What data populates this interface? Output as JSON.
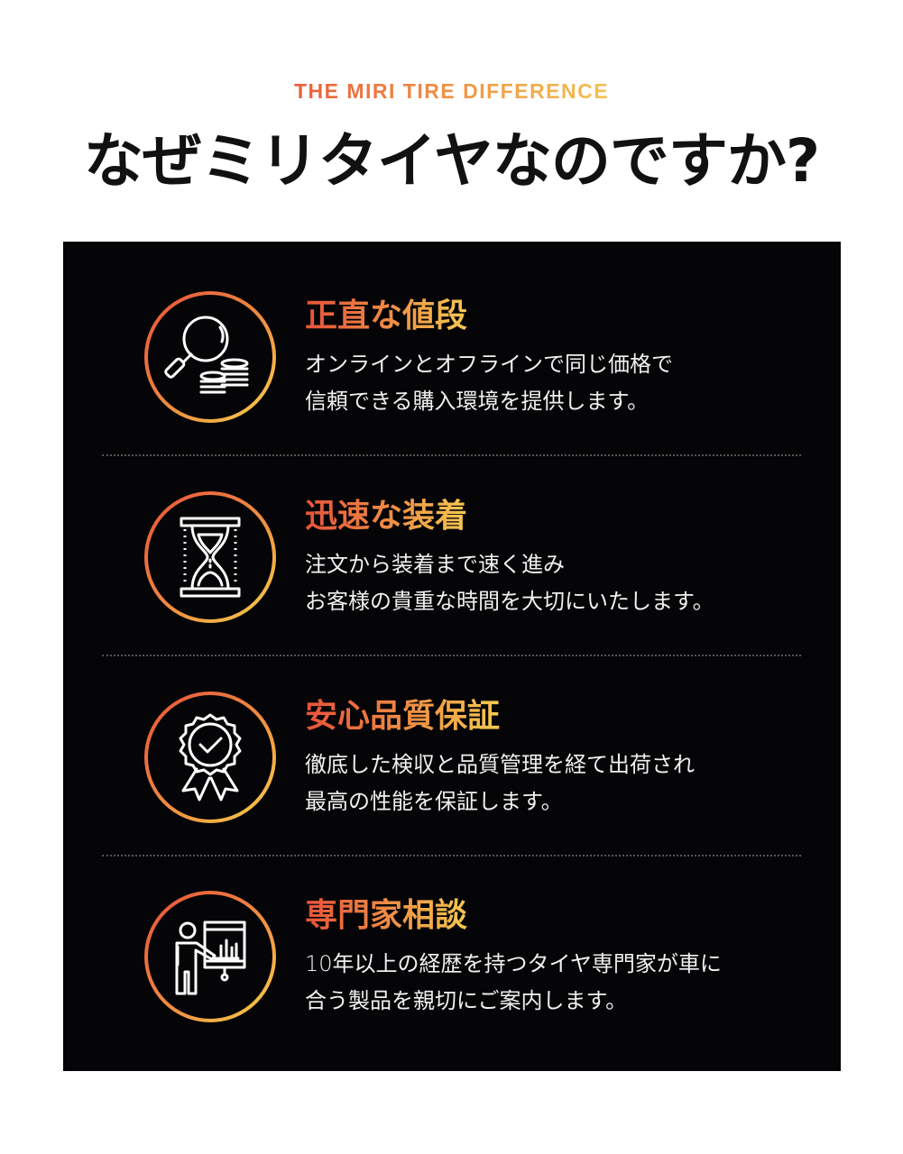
{
  "header": {
    "eyebrow": "THE MIRI TIRE DIFFERENCE",
    "title": "なぜミリタイヤなのですか?"
  },
  "colors": {
    "gradient_start": "#e8523a",
    "gradient_end": "#f6c94f",
    "panel_bg": "#050507",
    "title_text": "#111111",
    "body_text": "#f0f0f0"
  },
  "features": [
    {
      "icon": "magnifier-coins-icon",
      "heading": "正直な値段",
      "lines": [
        "オンラインとオフラインで同じ価格で",
        "信頼できる購入環境を提供します。"
      ]
    },
    {
      "icon": "hourglass-icon",
      "heading": "迅速な装着",
      "lines": [
        "注文から装着まで速く進み",
        "お客様の貴重な時間を大切にいたします。"
      ]
    },
    {
      "icon": "award-badge-check-icon",
      "heading": "安心品質保証",
      "lines": [
        "徹底した検収と品質管理を経て出荷され",
        "最高の性能を保証します。"
      ]
    },
    {
      "icon": "presenter-chart-icon",
      "heading": "専門家相談",
      "lines": [
        "10年以上の経歴を持つタイヤ専門家が車に",
        "合う製品を親切にご案内します。"
      ]
    }
  ]
}
